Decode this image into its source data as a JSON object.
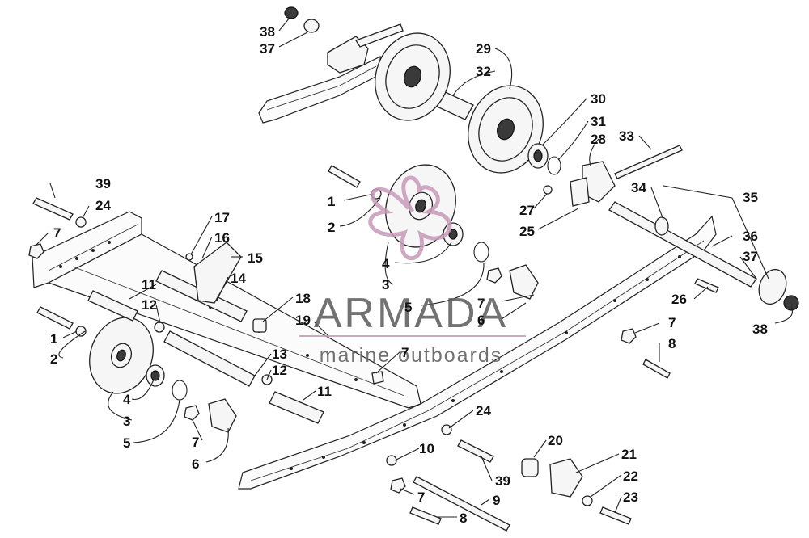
{
  "callouts": [
    {
      "id": "c38a",
      "text": "38"
    },
    {
      "id": "c37a",
      "text": "37"
    },
    {
      "id": "c29",
      "text": "29"
    },
    {
      "id": "c32",
      "text": "32"
    },
    {
      "id": "c30",
      "text": "30"
    },
    {
      "id": "c31",
      "text": "31"
    },
    {
      "id": "c28",
      "text": "28"
    },
    {
      "id": "c33",
      "text": "33"
    },
    {
      "id": "c34",
      "text": "34"
    },
    {
      "id": "c35",
      "text": "35"
    },
    {
      "id": "c27",
      "text": "27"
    },
    {
      "id": "c25",
      "text": "25"
    },
    {
      "id": "c36",
      "text": "36"
    },
    {
      "id": "c37b",
      "text": "37"
    },
    {
      "id": "c38b",
      "text": "38"
    },
    {
      "id": "c26",
      "text": "26"
    },
    {
      "id": "c7a",
      "text": "7"
    },
    {
      "id": "c8a",
      "text": "8"
    },
    {
      "id": "c1a",
      "text": "1"
    },
    {
      "id": "c2a",
      "text": "2"
    },
    {
      "id": "c4a",
      "text": "4"
    },
    {
      "id": "c3a",
      "text": "3"
    },
    {
      "id": "c5a",
      "text": "5"
    },
    {
      "id": "c7b",
      "text": "7"
    },
    {
      "id": "c6a",
      "text": "6"
    },
    {
      "id": "c39a",
      "text": "39"
    },
    {
      "id": "c24a",
      "text": "24"
    },
    {
      "id": "c7c",
      "text": "7"
    },
    {
      "id": "c17",
      "text": "17"
    },
    {
      "id": "c16",
      "text": "16"
    },
    {
      "id": "c15",
      "text": "15"
    },
    {
      "id": "c14",
      "text": "14"
    },
    {
      "id": "c11a",
      "text": "11"
    },
    {
      "id": "c12a",
      "text": "12"
    },
    {
      "id": "c18",
      "text": "18"
    },
    {
      "id": "c19",
      "text": "19"
    },
    {
      "id": "c1b",
      "text": "1"
    },
    {
      "id": "c2b",
      "text": "2"
    },
    {
      "id": "c13",
      "text": "13"
    },
    {
      "id": "c12b",
      "text": "12"
    },
    {
      "id": "c7d",
      "text": "7"
    },
    {
      "id": "c11b",
      "text": "11"
    },
    {
      "id": "c4b",
      "text": "4"
    },
    {
      "id": "c3b",
      "text": "3"
    },
    {
      "id": "c5b",
      "text": "5"
    },
    {
      "id": "c7e",
      "text": "7"
    },
    {
      "id": "c6b",
      "text": "6"
    },
    {
      "id": "c24b",
      "text": "24"
    },
    {
      "id": "c20",
      "text": "20"
    },
    {
      "id": "c10",
      "text": "10"
    },
    {
      "id": "c39b",
      "text": "39"
    },
    {
      "id": "c21",
      "text": "21"
    },
    {
      "id": "c22",
      "text": "22"
    },
    {
      "id": "c7f",
      "text": "7"
    },
    {
      "id": "c9",
      "text": "9"
    },
    {
      "id": "c23",
      "text": "23"
    },
    {
      "id": "c8b",
      "text": "8"
    }
  ],
  "watermark": {
    "brand": "ARMADA",
    "tagline": "marine outboards",
    "brand_color": "#c79ab8",
    "text_color": "#5a5a5a"
  }
}
